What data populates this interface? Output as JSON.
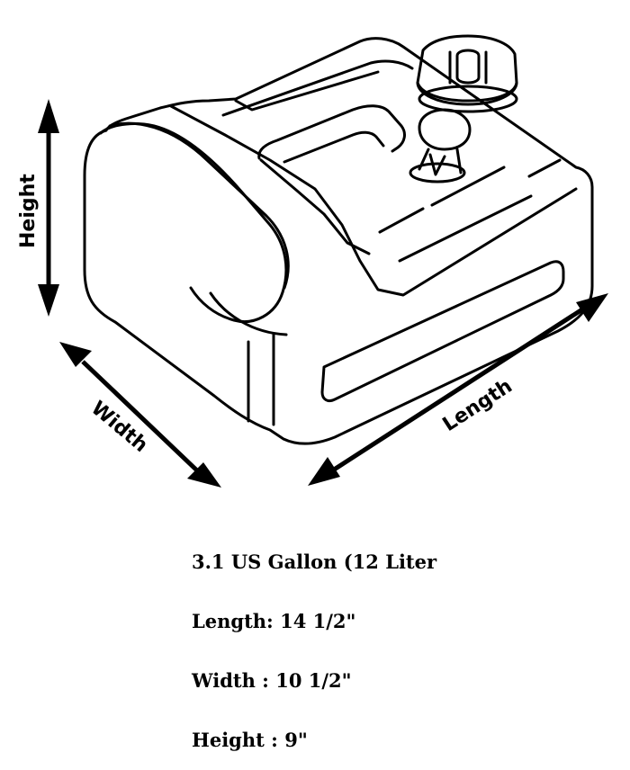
{
  "dimension_labels": {
    "height": "Height",
    "width": "Width",
    "length": "Length"
  },
  "specs": {
    "capacity": "3.1 US Gallon (12 Liter",
    "length": "Length: 14 1/2\"",
    "width": "Width : 10 1/2\"",
    "height": "Height : 9\""
  },
  "colors": {
    "line": "#000000",
    "background": "#ffffff"
  }
}
